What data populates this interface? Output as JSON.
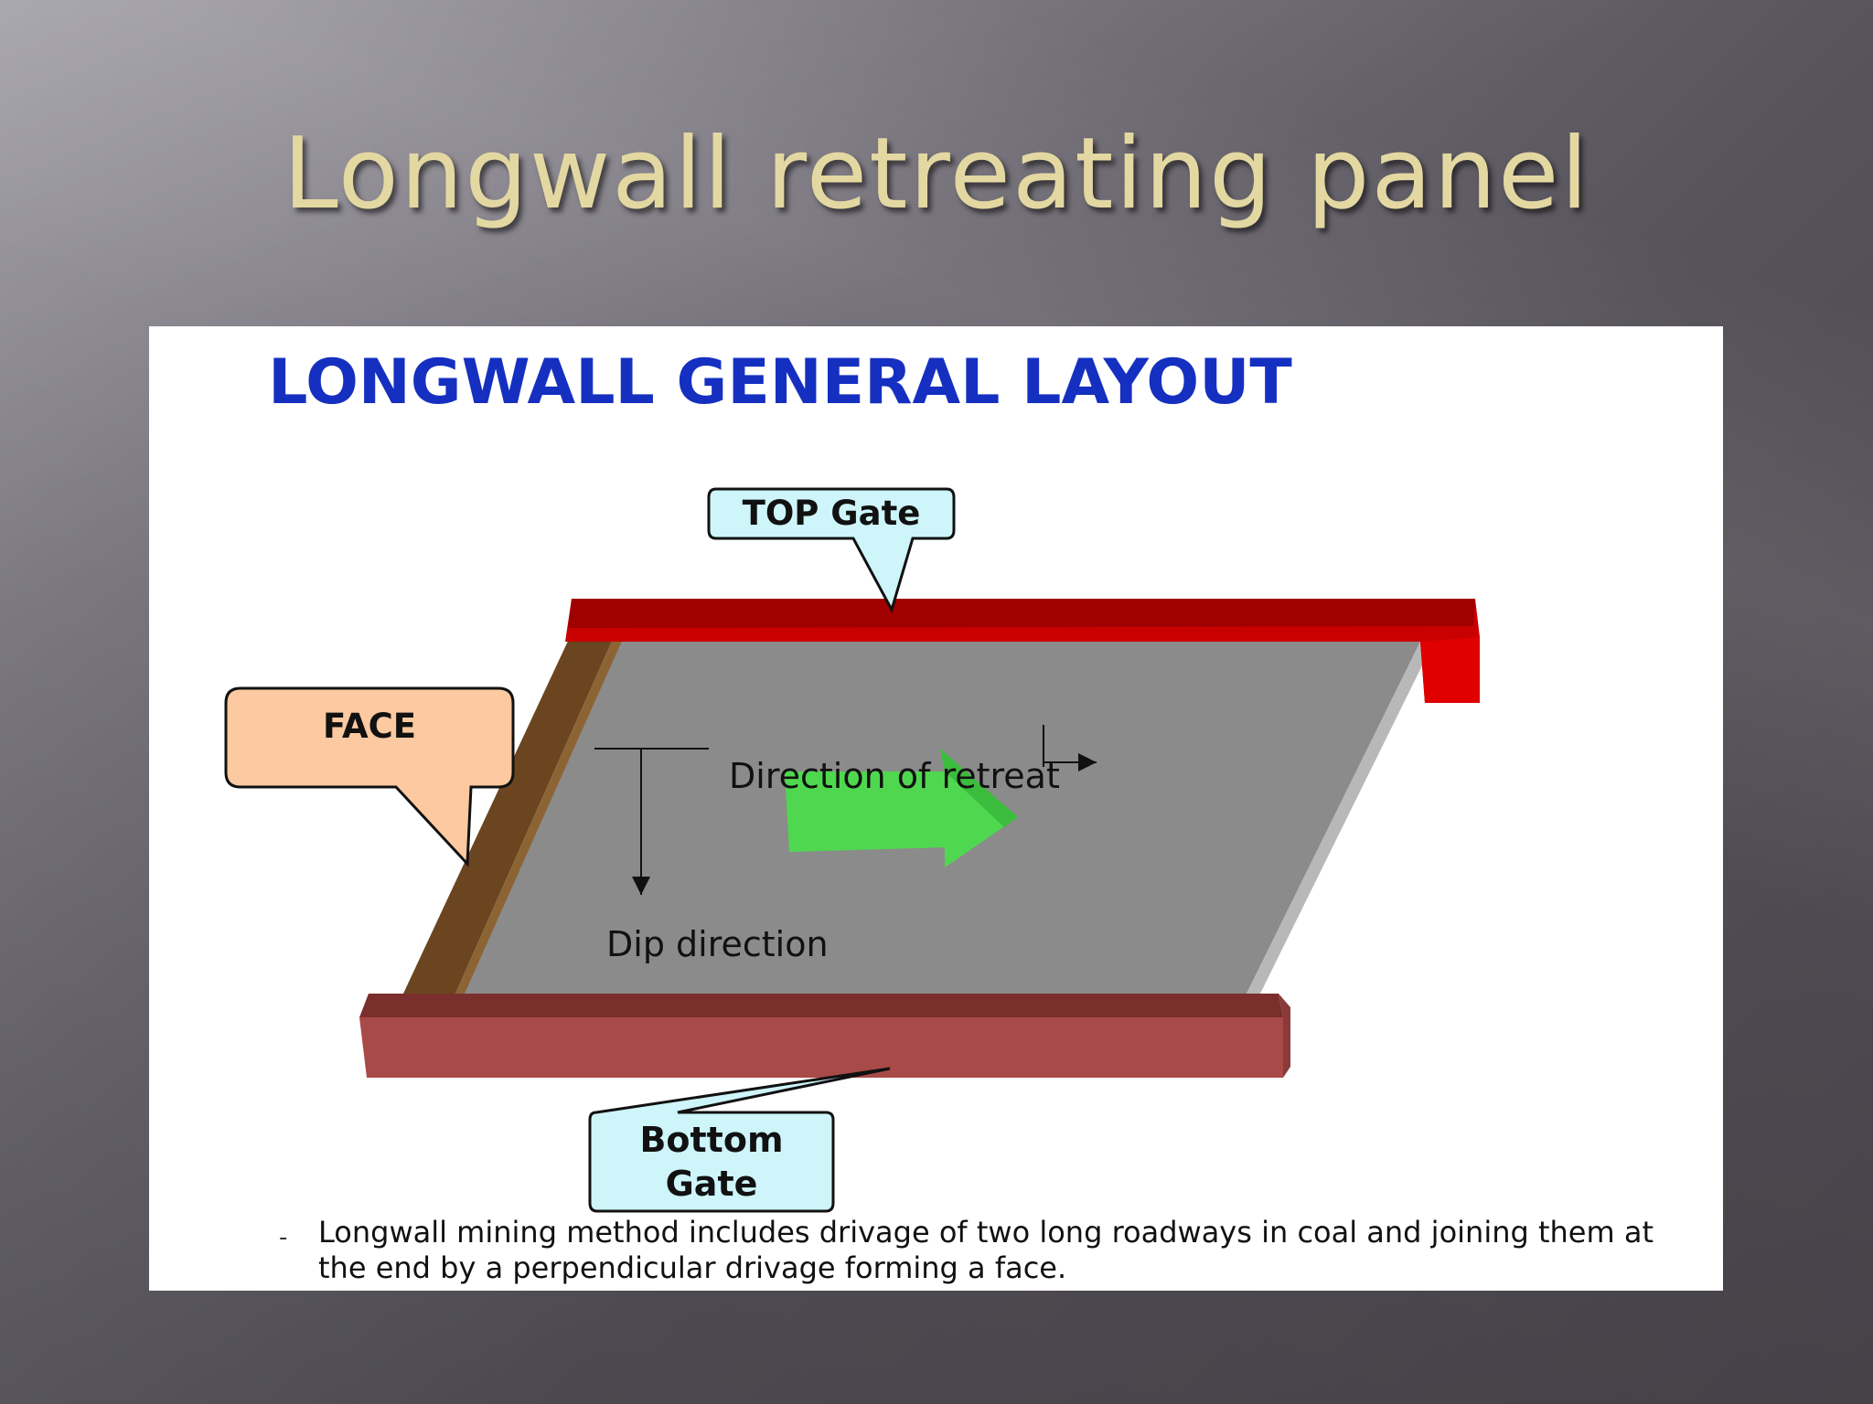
{
  "slide": {
    "title": "Longwall retreating panel"
  },
  "diagram": {
    "title": "LONGWALL GENERAL LAYOUT",
    "callouts": {
      "top_gate": "TOP Gate",
      "face": "FACE",
      "bottom_gate_line1": "Bottom",
      "bottom_gate_line2": "Gate"
    },
    "labels": {
      "direction_of_retreat": "Direction of retreat",
      "dip_direction": "Dip direction"
    },
    "colors": {
      "title": "#1530c0",
      "top_gate": "#c80000",
      "bottom_gate": "#a84a48",
      "face": "#6e4a22",
      "panel": "#8c8c8c",
      "retreat_arrow": "#4fd84f",
      "top_gate_callout": "#cdf5fa",
      "face_callout": "#fcc9a0",
      "bottom_gate_callout": "#cdf5fa"
    }
  },
  "notes": {
    "bullet_marker": "-",
    "bullet_text": "Longwall mining method includes drivage of two long roadways in coal and joining them at the end by a perpendicular drivage forming a face."
  }
}
